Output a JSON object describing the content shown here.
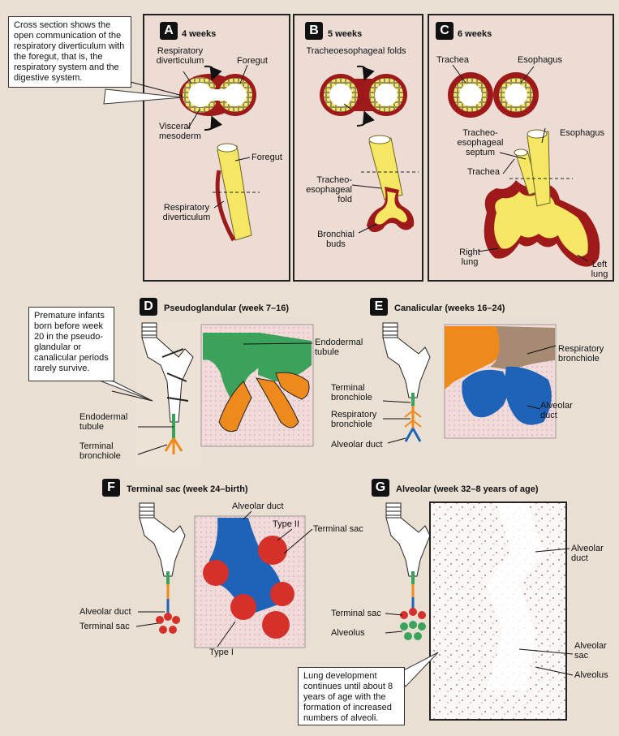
{
  "callouts": {
    "cross_section": "Cross section shows the open communication of the respiratory diverticulum with the foregut, that is, the respiratory system and the digestive system.",
    "premature": "Premature infants born before week 20 in the pseudo-glandular or canalicular periods rarely survive.",
    "alveolar": "Lung development continues until about 8 years of age with the formation of increased numbers of alveoli."
  },
  "panels": {
    "A": {
      "letter": "A",
      "title": "4 weeks",
      "labels": {
        "resp_div_top": "Respiratory diverticulum",
        "foregut_top": "Foregut",
        "visceral": "Visceral mesoderm",
        "foregut_mid": "Foregut",
        "resp_div_bottom": "Respiratory diverticulum"
      }
    },
    "B": {
      "letter": "B",
      "title": "5 weeks",
      "labels": {
        "folds": "Tracheoesophageal folds",
        "fold": "Tracheo-esophageal fold",
        "buds": "Bronchial buds"
      }
    },
    "C": {
      "letter": "C",
      "title": "6 weeks",
      "labels": {
        "trachea_top": "Trachea",
        "esophagus_top": "Esophagus",
        "septum": "Tracheo-esophageal septum",
        "esophagus_mid": "Esophagus",
        "trachea_mid": "Trachea",
        "right_lung": "Right lung",
        "left_lung": "Left lung"
      }
    },
    "D": {
      "letter": "D",
      "title": "Pseudoglandular (week 7–16)",
      "labels": {
        "endo_tub_right": "Endodermal tubule",
        "endo_tub_left": "Endodermal tubule",
        "term_bron": "Terminal bronchiole"
      }
    },
    "E": {
      "letter": "E",
      "title": "Canalicular (weeks 16–24)",
      "labels": {
        "resp_bron_right": "Respiratory bronchiole",
        "term_bron": "Terminal bronchiole",
        "resp_bron_left": "Respiratory bronchiole",
        "alv_duct_left": "Alveolar duct",
        "alv_duct_right": "Alveolar duct"
      }
    },
    "F": {
      "letter": "F",
      "title": "Terminal sac (week 24–birth)",
      "labels": {
        "alv_duct_top": "Alveolar duct",
        "type2": "Type II",
        "term_sac_right": "Terminal sac",
        "alv_duct_left": "Alveolar duct",
        "term_sac_left": "Terminal sac",
        "type1": "Type I"
      }
    },
    "G": {
      "letter": "G",
      "title": "Alveolar (week 32–8 years of age)",
      "labels": {
        "alv_duct": "Alveolar duct",
        "term_sac": "Terminal sac",
        "alveolus_left": "Alveolus",
        "alv_sac": "Alveolar sac",
        "alveolus_right": "Alveolus"
      }
    }
  },
  "colors": {
    "red": "#9e1a1a",
    "yellow": "#f5e663",
    "green": "#3aa25a",
    "orange": "#ee8a1c",
    "blue": "#1f63b8",
    "sac_red": "#d6302a",
    "panel_bg": "#ecdcd4"
  }
}
